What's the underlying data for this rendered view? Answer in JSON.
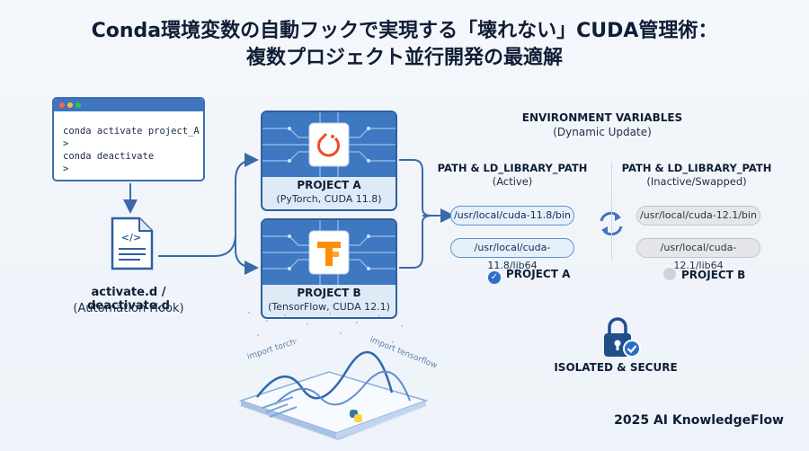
{
  "title": {
    "line1": "Conda環境変数の自動フックで実現する「壊れない」CUDA管理術：",
    "line2": "複数プロジェクト並行開発の最適解"
  },
  "terminal": {
    "lines": [
      "conda activate project_A",
      ">",
      "conda deactivate",
      ">"
    ]
  },
  "hook": {
    "label": "activate.d / deactivate.d",
    "sub": "(Automation Hook)"
  },
  "projects": [
    {
      "name": "PROJECT A",
      "detail": "(PyTorch, CUDA 11.8)",
      "icon": "pytorch-icon"
    },
    {
      "name": "PROJECT B",
      "detail": "(TensorFlow, CUDA 12.1)",
      "icon": "tensorflow-icon"
    }
  ],
  "illustration": {
    "labels": [
      "import torch",
      "import tensorflow"
    ]
  },
  "env": {
    "heading": "ENVIRONMENT VARIABLES",
    "sub": "(Dynamic Update)",
    "columns": [
      {
        "heading": "PATH & LD_LIBRARY_PATH",
        "sub": "(Active)",
        "paths": [
          "/usr/local/cuda-11.8/bin",
          "/usr/local/cuda-11.8/lib64"
        ],
        "status": "PROJECT A"
      },
      {
        "heading": "PATH & LD_LIBRARY_PATH",
        "sub": "(Inactive/Swapped)",
        "paths": [
          "/usr/local/cuda-12.1/bin",
          "/usr/local/cuda-12.1/lib64"
        ],
        "status": "PROJECT B"
      }
    ]
  },
  "security": {
    "label": "ISOLATED & SECURE"
  },
  "footer": "2025 AI KnowledgeFlow",
  "colors": {
    "primary": "#2f67ad",
    "accent": "#3f75bf",
    "pytorch": "#ee4c2c",
    "tensorflow": "#ff8f00"
  }
}
